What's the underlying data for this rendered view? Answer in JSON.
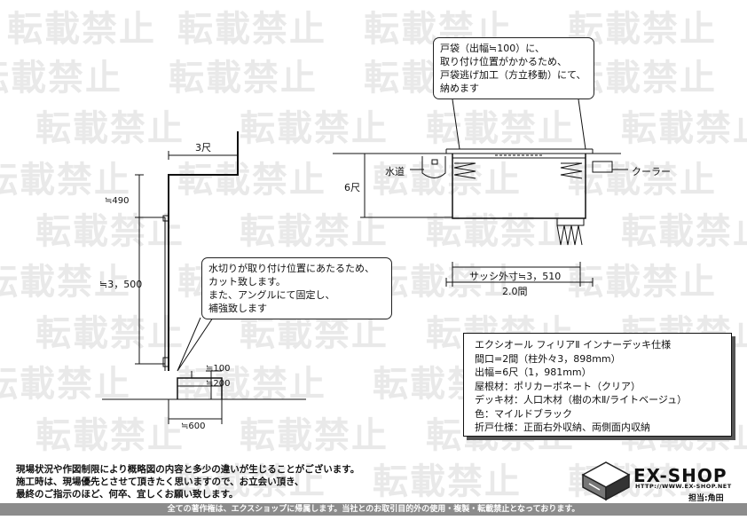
{
  "watermark": {
    "text": "転載禁止",
    "positions": [
      [
        8,
        0
      ],
      [
        200,
        0
      ],
      [
        410,
        0
      ],
      [
        640,
        0
      ],
      [
        -30,
        55
      ],
      [
        190,
        55
      ],
      [
        410,
        55
      ],
      [
        640,
        55
      ],
      [
        40,
        112
      ],
      [
        270,
        112
      ],
      [
        480,
        112
      ],
      [
        700,
        112
      ],
      [
        -20,
        170
      ],
      [
        200,
        170
      ],
      [
        420,
        170
      ],
      [
        640,
        170
      ],
      [
        40,
        228
      ],
      [
        270,
        228
      ],
      [
        480,
        228
      ],
      [
        700,
        228
      ],
      [
        -20,
        285
      ],
      [
        200,
        285
      ],
      [
        420,
        285
      ],
      [
        640,
        285
      ],
      [
        40,
        343
      ],
      [
        270,
        343
      ],
      [
        480,
        343
      ],
      [
        700,
        343
      ],
      [
        -20,
        400
      ],
      [
        200,
        400
      ],
      [
        420,
        400
      ],
      [
        40,
        458
      ],
      [
        270,
        458
      ],
      [
        480,
        458
      ],
      [
        700,
        458
      ],
      [
        200,
        510
      ],
      [
        420,
        510
      ],
      [
        640,
        510
      ]
    ]
  },
  "side_view": {
    "dim_top": "3尺",
    "dim_upper": "≒490",
    "dim_height": "≒3，500",
    "dim_100": "≒100",
    "dim_200": "≒200",
    "dim_bottom": "≒600"
  },
  "callout_left": {
    "lines": [
      "水切りが取り付け位置にあたるため、",
      "カット致します。",
      "また、アングルにて固定し、",
      "補強致します"
    ]
  },
  "front_view": {
    "label_water": "水道",
    "label_cooler": "クーラー",
    "dim_depth": "6尺",
    "dim_sash": "サッシ外寸≒3，510",
    "dim_span": "2.0間"
  },
  "callout_right": {
    "lines": [
      "戸袋（出幅≒100）に、",
      "取り付け位置がかかるため、",
      "戸袋逃げ加工（方立移動）にて、",
      "納めます"
    ]
  },
  "spec": {
    "title": "エクシオール フィリアⅡ インナーデッキ仕様",
    "lines": [
      "間口=2間（柱外々3，898mm）",
      "出幅=6尺（1，981mm）",
      "屋根材：ポリカーボネート（クリア）",
      "デッキ材：人口木材（樹の木Ⅱ/ライトベージュ）",
      "色：マイルドブラック",
      "折戸仕様：正面右外収納、両側面内収納"
    ]
  },
  "notice": {
    "lines": [
      "現場状況や作図制限により概略図の内容と多少の違いが生じることがございます。",
      "施工時は、現場優先とさせて頂きたく思いますので、お立会い頂き、",
      "最終のご指示のほど、何卒、宜しくお願い致します。"
    ]
  },
  "logo": {
    "name": "EX-SHOP",
    "url": "HTTP://WWW.EX-SHOP.NET",
    "person": "担当:角田"
  },
  "footer": {
    "text": "全ての著作権は、エクスショップに帰属します。当社とのお取引目的外の使用・複製・転載禁止となっております。"
  }
}
